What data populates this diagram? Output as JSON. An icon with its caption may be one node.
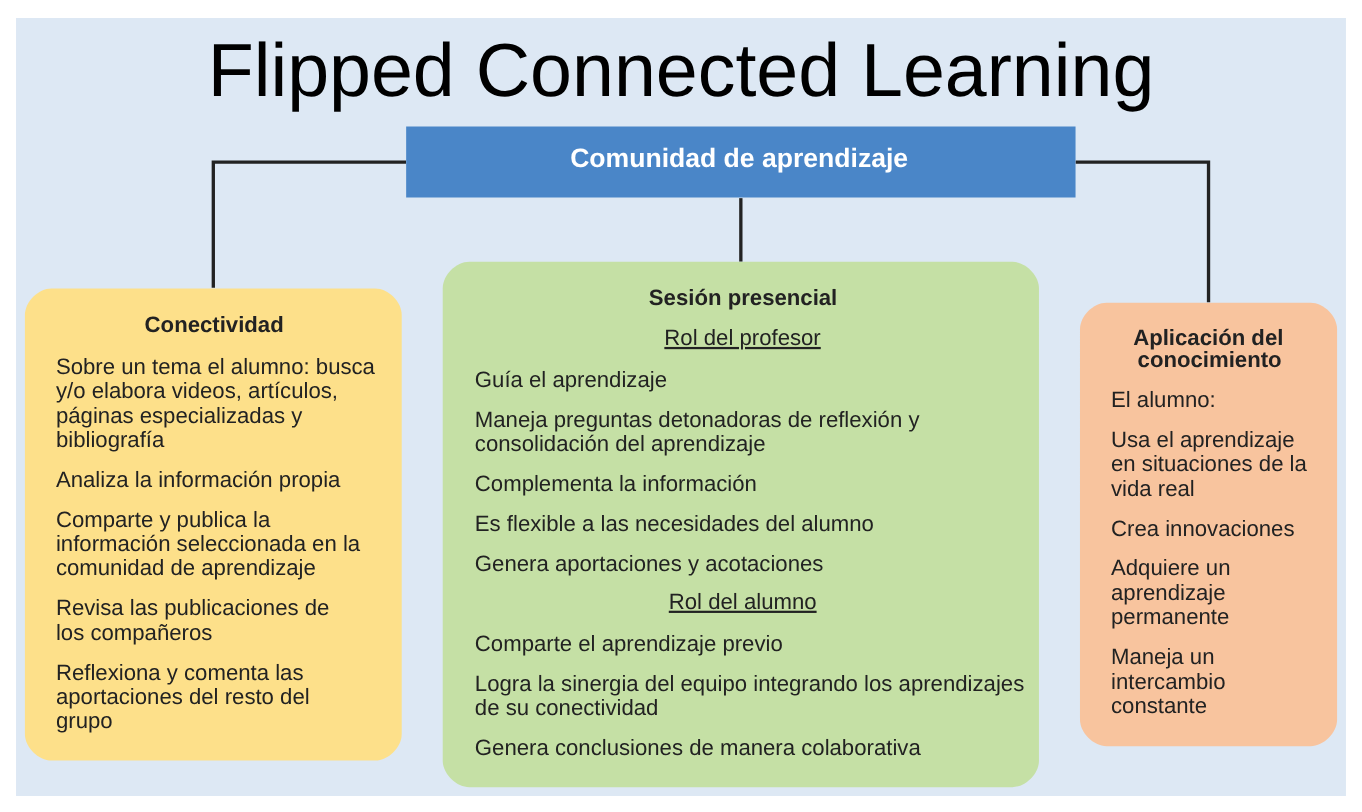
{
  "diagram": {
    "title": "Flipped Connected Learning",
    "nodes": [
      {
        "text": [
          "Comunidad de aprendizaje"
        ]
      },
      {
        "text": [
          "Conectividad",
          "Sobre un tema el alumno: busca y/o elabora videos, artículos, páginas especializadas y bibliografía",
          "Analiza la información propia",
          "Comparte y publica la información seleccionada en la comunidad de aprendizaje",
          "Revisa las publicaciones de los compañeros",
          "Reflexiona y comenta las aportaciones del resto del grupo"
        ]
      },
      {
        "text": [
          "Sesión presencial",
          "Rol del profesor",
          "Guía el aprendizaje",
          "Maneja preguntas detonadoras de reflexión y consolidación del aprendizaje",
          "Complementa la información",
          "Es flexible a las necesidades del alumno",
          "Genera aportaciones y acotaciones",
          "Rol del alumno",
          "Comparte el aprendizaje previo",
          "Logra la sinergia del equipo integrando los aprendizajes de su conectividad",
          "Genera conclusiones de manera colaborativa"
        ]
      },
      {
        "text": [
          "Aplicación del conocimiento",
          "El alumno:",
          "Usa el aprendizaje en situaciones de la vida real",
          "Crea innovaciones",
          "Adquiere un aprendizaje permanente",
          "Maneja un intercambio constante"
        ]
      }
    ],
    "edges": [
      {
        "from": 0,
        "to": 1,
        "arrow": "none"
      },
      {
        "from": 0,
        "to": 2,
        "arrow": "none"
      },
      {
        "from": 0,
        "to": 3,
        "arrow": "none"
      }
    ]
  }
}
